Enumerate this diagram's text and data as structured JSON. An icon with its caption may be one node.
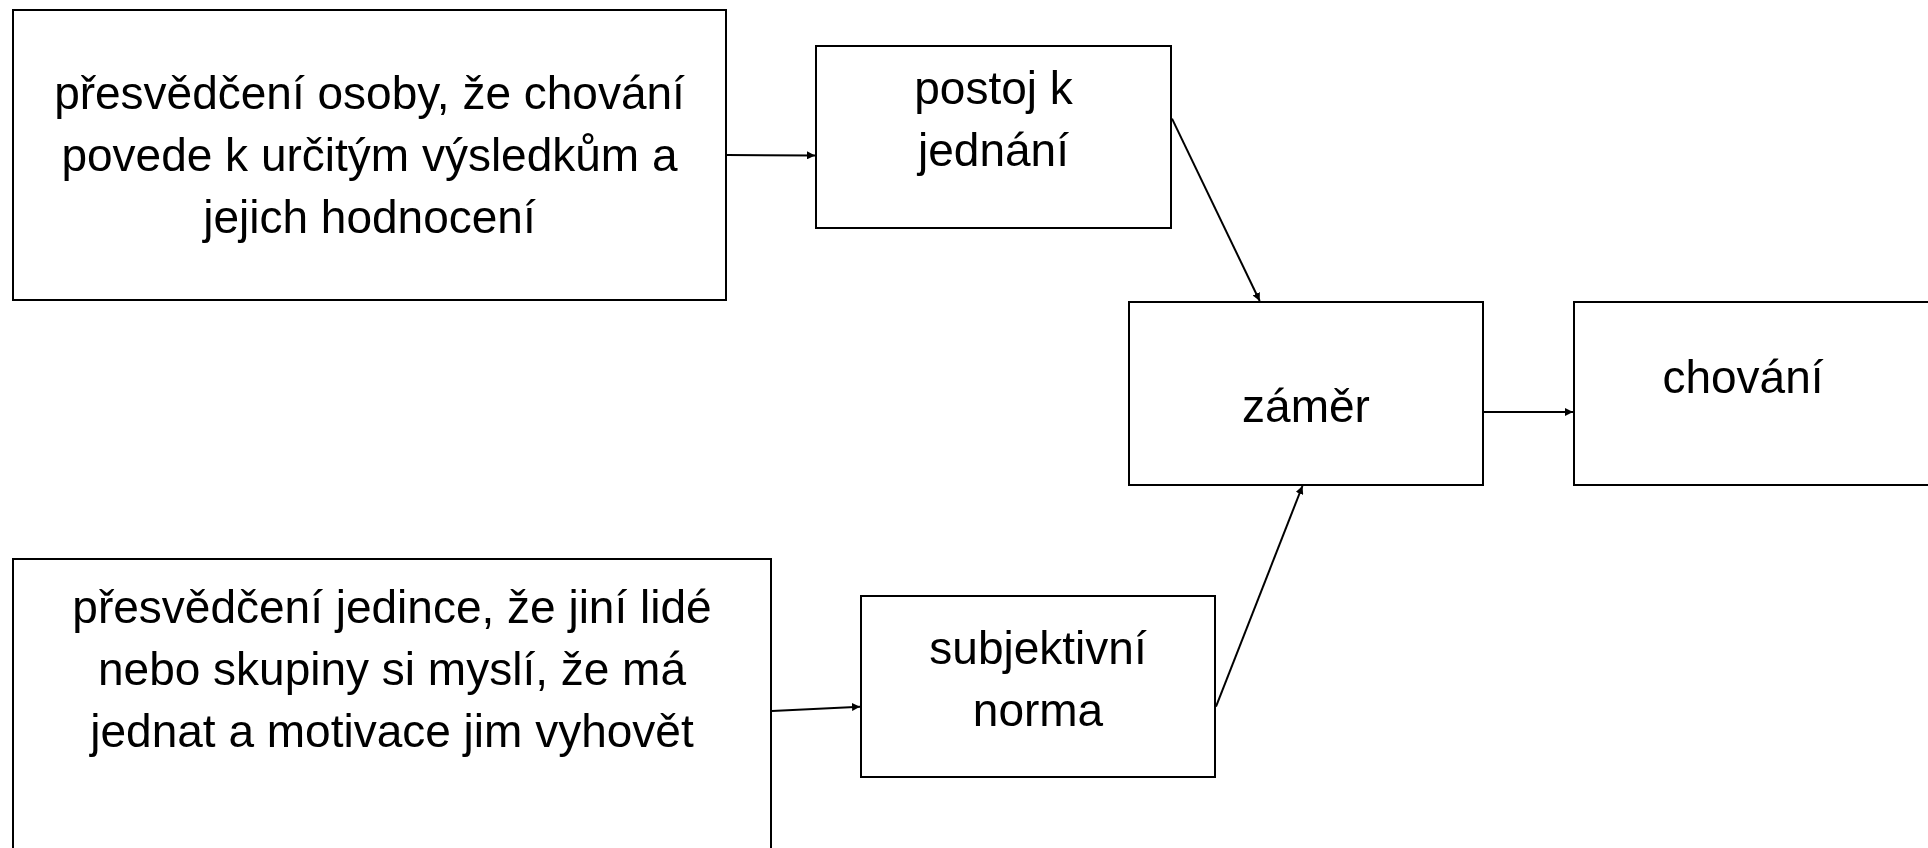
{
  "diagram": {
    "nodes": [
      {
        "text": [
          "přesvědčení osoby, že chování povede k určitým výsledkům a jejich hodnocení"
        ]
      },
      {
        "text": [
          "postoj k jednání"
        ]
      },
      {
        "text": [
          "záměr"
        ]
      },
      {
        "text": [
          "chování"
        ]
      },
      {
        "text": [
          "přesvědčení jedince, že jiní lidé nebo skupiny si myslí, že má jednat a motivace jim vyhovět"
        ]
      },
      {
        "text": [
          "subjektivní norma"
        ]
      }
    ],
    "edges": [
      {
        "from": 0,
        "to": 1,
        "arrow": "to"
      },
      {
        "from": 1,
        "to": 2,
        "arrow": "to"
      },
      {
        "from": 2,
        "to": 3,
        "arrow": "to"
      },
      {
        "from": 4,
        "to": 5,
        "arrow": "to"
      },
      {
        "from": 5,
        "to": 2,
        "arrow": "to"
      }
    ]
  }
}
